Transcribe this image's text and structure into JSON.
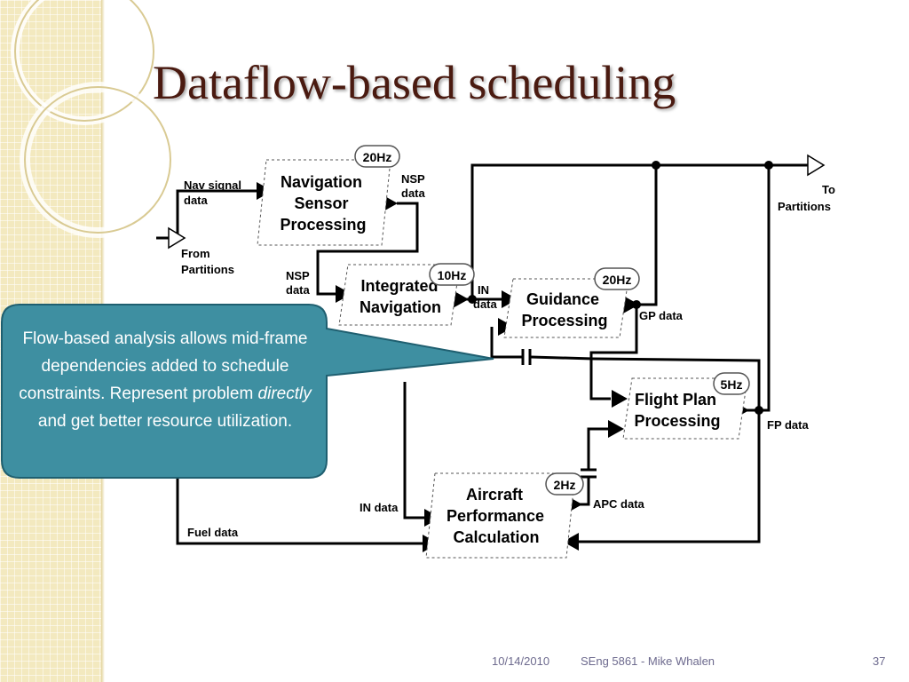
{
  "title": "Dataflow-based scheduling",
  "diagram": {
    "blocks": {
      "nav_sensor": [
        "Navigation",
        "Sensor",
        "Processing"
      ],
      "integrated_nav": [
        "Integrated",
        "Navigation"
      ],
      "guidance": [
        "Guidance",
        "Processing"
      ],
      "flight_plan": [
        "Flight Plan",
        "Processing"
      ],
      "aircraft_perf": [
        "Aircraft",
        "Performance",
        "Calculation"
      ]
    },
    "rates": {
      "nav_sensor": "20Hz",
      "integrated_nav": "10Hz",
      "guidance": "20Hz",
      "flight_plan": "5Hz",
      "aircraft_perf": "2Hz"
    },
    "labels": {
      "nav_signal": [
        "Nav signal",
        "data"
      ],
      "from_partitions": [
        "From",
        "Partitions"
      ],
      "nsp_data_out": [
        "NSP",
        "data"
      ],
      "nsp_data_in": [
        "NSP",
        "data"
      ],
      "in_data_guidance": [
        "IN",
        "data"
      ],
      "gp_data": "GP data",
      "to_partitions": [
        "To",
        "Partitions"
      ],
      "fp_data": "FP data",
      "apc_data": "APC data",
      "in_data_apc": "IN data",
      "fuel_data": "Fuel data"
    }
  },
  "callout": {
    "text_before": "Flow-based analysis allows mid-frame dependencies added to schedule constraints. Represent problem ",
    "emphasis": "directly",
    "text_after": " and get better resource utilization."
  },
  "colors": {
    "callout_fill": "#3e8fa1",
    "callout_border": "#1f5f70",
    "title_color": "#4a1a10",
    "side_band": "#f3e9bf"
  },
  "footer": {
    "date": "10/14/2010",
    "course": "SEng 5861 - Mike Whalen",
    "page": "37"
  }
}
